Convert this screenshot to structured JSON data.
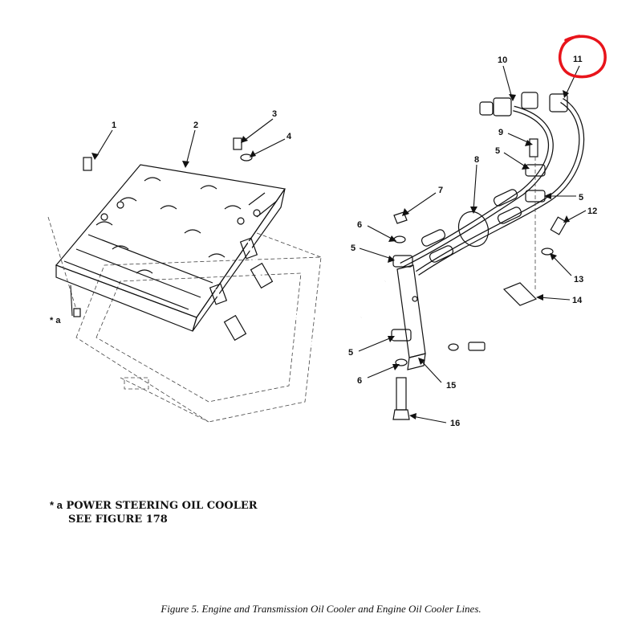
{
  "callouts": {
    "c1": "1",
    "c2": "2",
    "c3": "3",
    "c4": "4",
    "c5a": "5",
    "c5b": "5",
    "c5c": "5",
    "c5d": "5",
    "c6a": "6",
    "c6b": "6",
    "c7": "7",
    "c8": "8",
    "c9": "9",
    "c10": "10",
    "c11": "11",
    "c12": "12",
    "c13": "13",
    "c14": "14",
    "c15": "15",
    "c16": "16",
    "star_a": "* a"
  },
  "note": {
    "marker": "* a",
    "line1": "POWER STEERING OIL COOLER",
    "line2": "SEE FIGURE 178"
  },
  "caption": "Figure 5.  Engine and Transmission Oil Cooler and Engine Oil Cooler Lines.",
  "colors": {
    "ink": "#111111",
    "highlight": "#e8141b"
  }
}
